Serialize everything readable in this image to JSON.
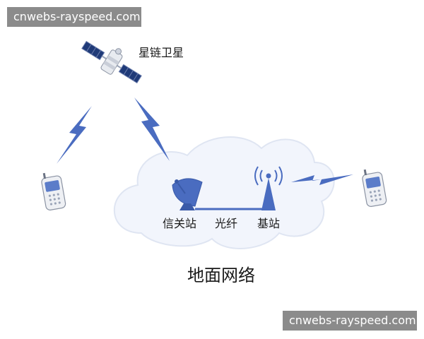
{
  "watermarks": {
    "top": "cnwebs-rayspeed.com",
    "bottom": "cnwebs-rayspeed.com"
  },
  "diagram": {
    "satellite_label": "星链卫星",
    "gateway_label": "信关站",
    "fiber_label": "光纤",
    "base_station_label": "基站",
    "network_label": "地面网络"
  },
  "colors": {
    "accent": "#4a6cc0",
    "cloud_fill": "#f2f5fc",
    "cloud_stroke": "#dfe5f2"
  }
}
